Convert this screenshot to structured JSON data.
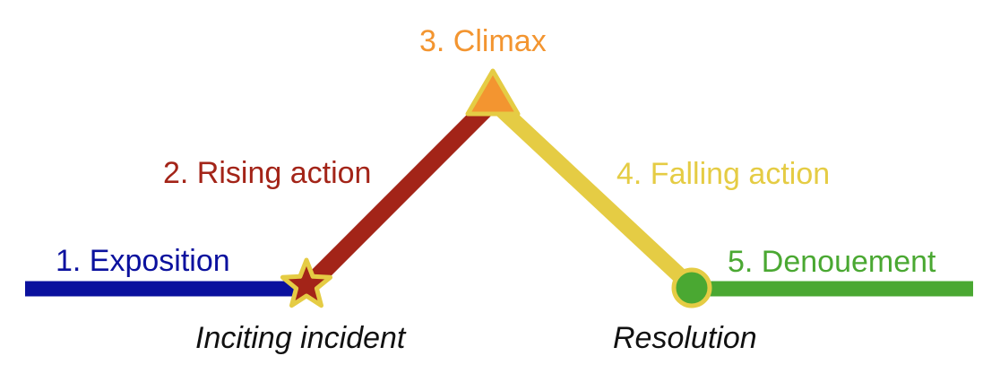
{
  "stages": [
    {
      "label": "1. Exposition",
      "color": "#0b119e"
    },
    {
      "label": "2. Rising action",
      "color": "#a32418"
    },
    {
      "label": "3. Climax",
      "color": "#f39530"
    },
    {
      "label": "4. Falling action",
      "color": "#e5cc44"
    },
    {
      "label": "5. Denouement",
      "color": "#4aa832"
    }
  ],
  "markers": {
    "inciting": {
      "label": "Inciting incident",
      "icon": "star-icon",
      "fill": "#a32418",
      "outline": "#e5cc44"
    },
    "climax": {
      "icon": "triangle-icon",
      "fill": "#f39530",
      "outline": "#e5cc44"
    },
    "resolution": {
      "label": "Resolution",
      "icon": "circle-icon",
      "fill": "#4aa832",
      "outline": "#e5cc44"
    }
  },
  "label_color": "#111111"
}
